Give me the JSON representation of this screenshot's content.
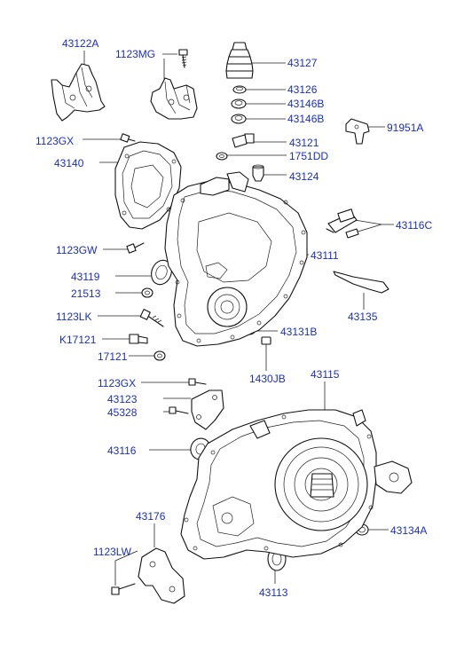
{
  "labels": {
    "l_43122A": "43122A",
    "l_1123MG": "1123MG",
    "l_43127": "43127",
    "l_43126": "43126",
    "l_43146B_a": "43146B",
    "l_43146B_b": "43146B",
    "l_91951A": "91951A",
    "l_1123GX_a": "1123GX",
    "l_43121": "43121",
    "l_43140": "43140",
    "l_1751DD": "1751DD",
    "l_43124": "43124",
    "l_43116C": "43116C",
    "l_1123GW": "1123GW",
    "l_43111": "43111",
    "l_43119": "43119",
    "l_21513": "21513",
    "l_43135": "43135",
    "l_1123LK": "1123LK",
    "l_43131B": "43131B",
    "l_K17121": "K17121",
    "l_17121": "17121",
    "l_1430JB": "1430JB",
    "l_43115": "43115",
    "l_1123GX_b": "1123GX",
    "l_43123": "43123",
    "l_45328": "45328",
    "l_43116": "43116",
    "l_43176": "43176",
    "l_43134A": "43134A",
    "l_1123LW": "1123LW",
    "l_43113": "43113"
  },
  "colors": {
    "label_text": "#1a2fc0",
    "line_art": "#111111",
    "background": "#ffffff"
  }
}
